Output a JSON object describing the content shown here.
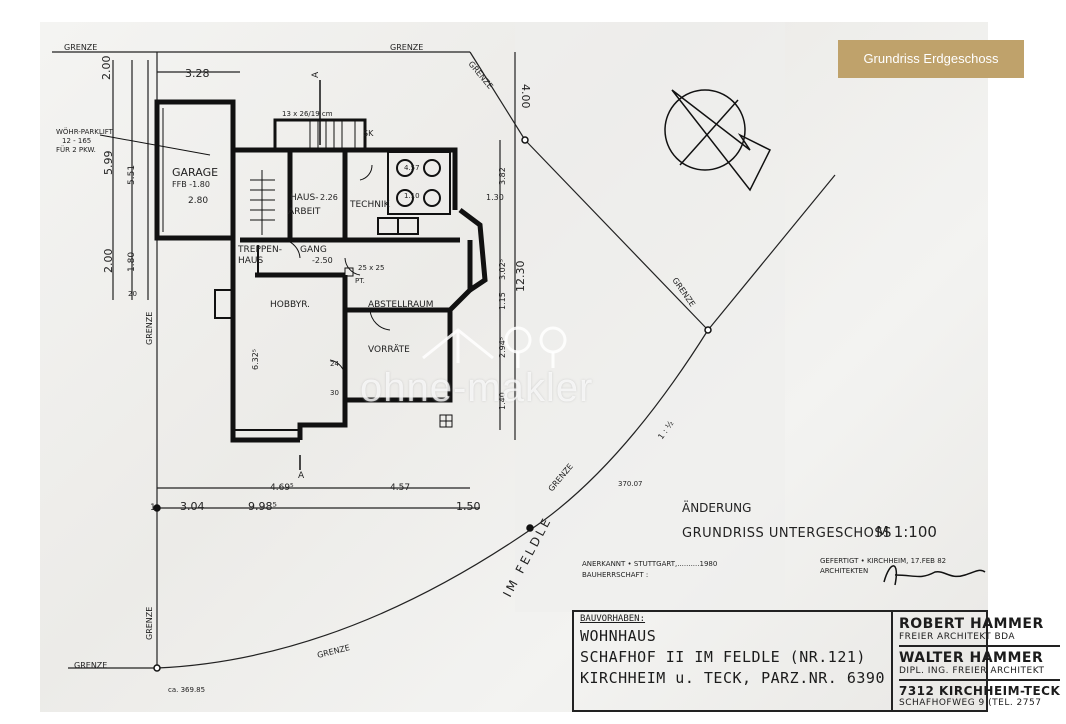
{
  "badge": "Grundriss Erdgeschoss",
  "plan": {
    "grenze": "GRENZE",
    "rooms": {
      "garage": "GARAGE",
      "garage_ffb": "FFB -1.80",
      "hausarbeit_1": "HAUS-",
      "hausarbeit_2": "ARBEIT",
      "technik": "TECHNIK",
      "treppenhaus_1": "TREPPEN-",
      "treppenhaus_2": "HAUS",
      "gang": "GANG",
      "gang_level": "-2.50",
      "hobby": "HOBBYR.",
      "abstellraum": "ABSTELLRAUM",
      "vorraete": "VORRÄTE",
      "sk": "SK",
      "pt": "PT.",
      "size_25": "25 x 25",
      "stairs": "13 x 26/19 cm"
    },
    "parklift": [
      "WÖHR-PARKLIFT",
      "12 - 165",
      "FÜR 2 PKW."
    ],
    "dims": {
      "d_2_00": "2.00",
      "d_3_28": "3.28",
      "d_5_99": "5.99",
      "d_5_51": "5.51",
      "d_2_80": "2.80",
      "d_1_80": "1.80",
      "d_2_00b": "2.00",
      "d_4_00": "4.00",
      "d_3_04": "3.04",
      "d_9_98": "9.98⁵",
      "d_1_50": "1.50",
      "d_12_30": "12.30",
      "d_4_69": "4.69⁵",
      "d_4_57": "4.57",
      "d_3_82": "3.82",
      "d_3_02": "3.02⁵",
      "d_2_94": "2.94⁵",
      "d_1_30": "1.30",
      "d_1_15": "1.15",
      "d_6_32": "6.32⁵",
      "d_2_26": "2.26",
      "d_24": "24",
      "d_30": "30",
      "d_20": "20",
      "d_1": "1",
      "d_1_10": "1.10",
      "d_4_57b": "4.57",
      "d_1_40": "1.40",
      "d_370": "370.07",
      "d_369": "ca. 369.85",
      "d_115": "1.15"
    },
    "street": "IM FELDLE",
    "section_a": "A",
    "slope": "1 : ½"
  },
  "heading": {
    "line1": "ÄNDERUNG",
    "line2": "GRUNDRISS  UNTERGESCHOSS",
    "scale": "M 1:100"
  },
  "approval": {
    "anerkannt": "ANERKANNT • STUTTGART,..........1980",
    "bauherr": "BAUHERRSCHAFT :",
    "gefertigt": "GEFERTIGT • KIRCHHEIM, 17.FEB 82",
    "architekten": "ARCHITEKTEN"
  },
  "titleblock": {
    "label": "BAUVORHABEN:",
    "line1": "WOHNHAUS",
    "line2": "SCHAFHOF II   IM FELDLE (NR.121)",
    "line3": "KIRCHHEIM  u. TECK,  PARZ.NR. 6390",
    "arch1": "ROBERT HAMMER",
    "arch1_sub": "FREIER ARCHITEKT BDA",
    "arch2": "WALTER HAMMER",
    "arch2_sub": "DIPL. ING. FREIER ARCHITEKT",
    "city": "7312 KIRCHHEIM-TECK",
    "street": "SCHAFHOFWEG 9 (TEL. 2757"
  },
  "watermark": "ohne-makler"
}
